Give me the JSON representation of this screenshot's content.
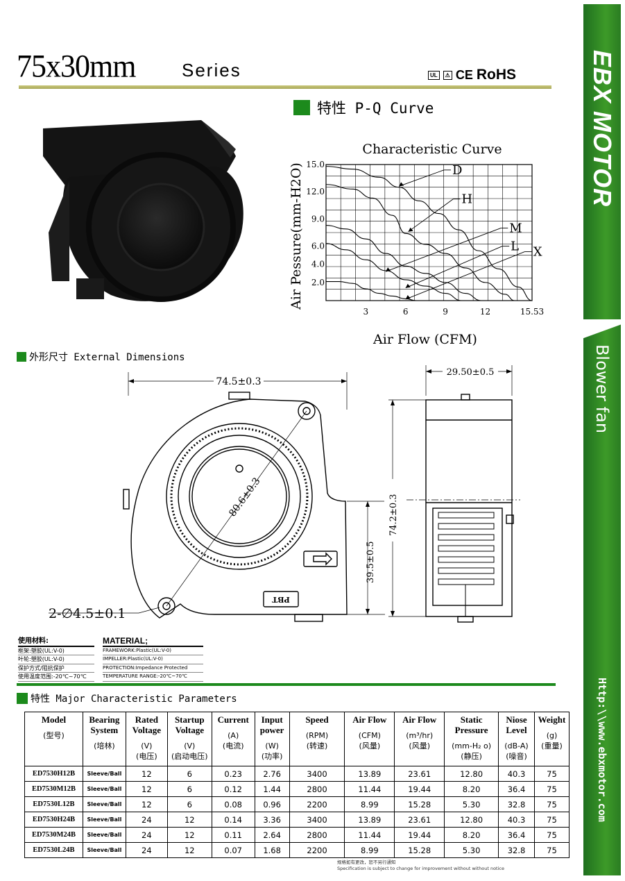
{
  "header": {
    "size": "75x30mm",
    "series": "Series",
    "certifications": [
      "UL",
      "CE",
      "RoHS"
    ]
  },
  "sidebar": {
    "brand": "EBX MOTOR",
    "product_type": "Blower fan",
    "url": "Http:\\\\www.ebxmotor.com"
  },
  "pq_section": {
    "heading": "特性 P-Q Curve"
  },
  "chart_data": {
    "type": "line",
    "title": "Characteristic Curve",
    "xlabel": "Air Flow (CFM)",
    "ylabel": "Air Pessure(mm-H2O)",
    "x_ticks": [
      "3",
      "6",
      "9",
      "12",
      "15.53"
    ],
    "y_ticks": [
      "2.0",
      "4.0",
      "6.0",
      "9.0",
      "12.0",
      "15.0"
    ],
    "xlim": [
      0,
      15.53
    ],
    "ylim": [
      0,
      15
    ],
    "grid": true,
    "series": [
      {
        "name": "D",
        "x": [
          0,
          2,
          4,
          5.5,
          7,
          8.5,
          10,
          11.5,
          13,
          14.5,
          15.53
        ],
        "y": [
          14.8,
          14.5,
          13.6,
          12.5,
          11,
          9.6,
          7.8,
          5.5,
          3.5,
          1.5,
          0
        ]
      },
      {
        "name": "H",
        "x": [
          0,
          2,
          3.5,
          5,
          6,
          7.5,
          9,
          10.5,
          12,
          13.5,
          14.2
        ],
        "y": [
          12.8,
          12.3,
          11.3,
          9.4,
          7.4,
          6.2,
          5.2,
          3.6,
          2,
          0.7,
          0
        ]
      },
      {
        "name": "M",
        "x": [
          0,
          1.5,
          3,
          4.5,
          6,
          7.5,
          9,
          10.5,
          11.7
        ],
        "y": [
          8.3,
          7.9,
          6.8,
          5.2,
          3.8,
          3,
          2,
          0.8,
          0
        ]
      },
      {
        "name": "L",
        "x": [
          0,
          1.5,
          3,
          4.5,
          6,
          7.5,
          9,
          10.2
        ],
        "y": [
          6.3,
          5.6,
          4.5,
          3.3,
          2.3,
          1.6,
          0.8,
          0
        ]
      },
      {
        "name": "X",
        "x": [
          0,
          1,
          2,
          3,
          4,
          5,
          6,
          6.8
        ],
        "y": [
          2.1,
          2.1,
          1.9,
          1.3,
          0.8,
          0.5,
          0.2,
          0
        ]
      }
    ],
    "annotations": [
      "D",
      "H",
      "M",
      "L",
      "X"
    ]
  },
  "dimensions": {
    "heading": "外形尺寸 External Dimensions",
    "width": "74.5±0.3",
    "diameter": "80.6±0.3",
    "height": "74.2±0.3",
    "outlet": "39.5±0.5",
    "hole": "2-∅4.5±0.1",
    "depth": "29.50±0.5",
    "label": "PBT"
  },
  "materials": {
    "cn": [
      "使用材料:",
      "框架:塑胶(UL:V-0)",
      "叶轮:塑胶(UL:V-0)",
      "保护方式/阻抗保护",
      "使用温度范围:-20℃~70℃"
    ],
    "en": [
      "MATERIAL;",
      "FRAMEWORK:Plastic(UL:V-0)",
      "IMPELLER:Plastic(UL:V-0)",
      "PROTECTION:Impedance Protected",
      "TEMPERATURE RANGE:-20℃~70℃"
    ]
  },
  "params": {
    "heading": "特性 Major Characteristic Parameters",
    "headers": [
      {
        "name": "Model",
        "unit": "",
        "cn": "(型号)"
      },
      {
        "name": "Bearing System",
        "unit": "",
        "cn": "(培林)"
      },
      {
        "name": "Rated Voltage",
        "unit": "(V)",
        "cn": "(电压)"
      },
      {
        "name": "Startup Voltage",
        "unit": "(V)",
        "cn": "(启动电压)"
      },
      {
        "name": "Current",
        "unit": "(A)",
        "cn": "(电流)"
      },
      {
        "name": "Input power",
        "unit": "(W)",
        "cn": "(功率)"
      },
      {
        "name": "Speed",
        "unit": "(RPM)",
        "cn": "(转速)"
      },
      {
        "name": "Air Flow",
        "unit": "(CFM)",
        "cn": "(风量)"
      },
      {
        "name": "Air Flow",
        "unit": "(m³/hr)",
        "cn": "(风量)"
      },
      {
        "name": "Static Pressure",
        "unit": "(mm-H₂ o)",
        "cn": "(静压)"
      },
      {
        "name": "Niose Level",
        "unit": "(dB-A)",
        "cn": "(噪音)"
      },
      {
        "name": "Weight",
        "unit": "(g)",
        "cn": "(重量)"
      }
    ],
    "rows": [
      [
        "ED7530H12B",
        "Sleeve/Ball",
        "12",
        "6",
        "0.23",
        "2.76",
        "3400",
        "13.89",
        "23.61",
        "12.80",
        "40.3",
        "75"
      ],
      [
        "ED7530M12B",
        "Sleeve/Ball",
        "12",
        "6",
        "0.12",
        "1.44",
        "2800",
        "11.44",
        "19.44",
        "8.20",
        "36.4",
        "75"
      ],
      [
        "ED7530L12B",
        "Sleeve/Ball",
        "12",
        "6",
        "0.08",
        "0.96",
        "2200",
        "8.99",
        "15.28",
        "5.30",
        "32.8",
        "75"
      ],
      [
        "ED7530H24B",
        "Sleeve/Ball",
        "24",
        "12",
        "0.14",
        "3.36",
        "3400",
        "13.89",
        "23.61",
        "12.80",
        "40.3",
        "75"
      ],
      [
        "ED7530M24B",
        "Sleeve/Ball",
        "24",
        "12",
        "0.11",
        "2.64",
        "2800",
        "11.44",
        "19.44",
        "8.20",
        "36.4",
        "75"
      ],
      [
        "ED7530L24B",
        "Sleeve/Ball",
        "24",
        "12",
        "0.07",
        "1.68",
        "2200",
        "8.99",
        "15.28",
        "5.30",
        "32.8",
        "75"
      ]
    ]
  },
  "footer": {
    "cn": "规格如有更改，恕不另行通知",
    "en": "Specification is subject to change for improvement without without notice"
  }
}
